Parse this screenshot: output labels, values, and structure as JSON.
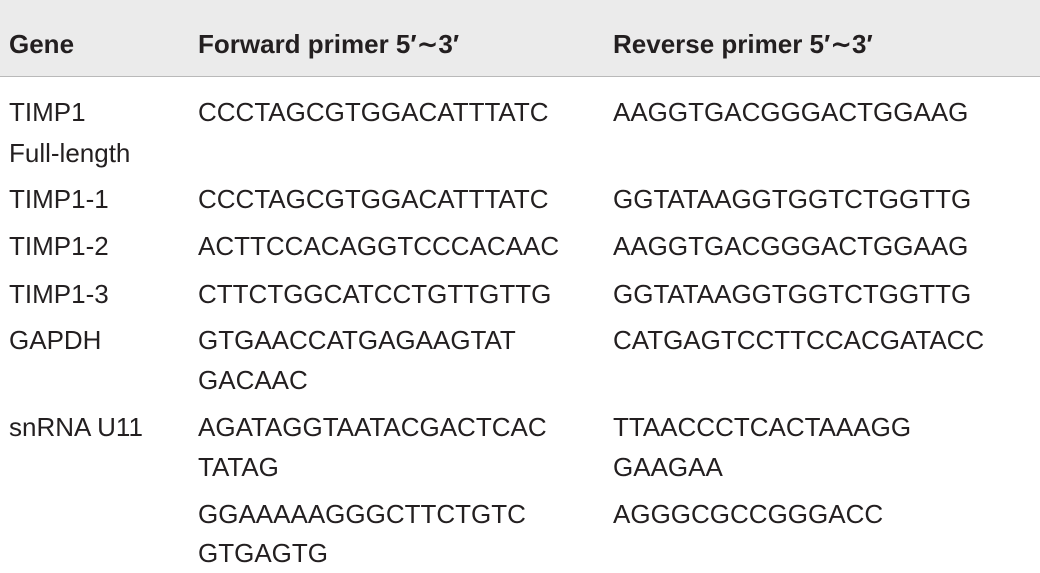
{
  "table": {
    "headers": [
      "Gene",
      "Forward primer 5′∼3′",
      "Reverse primer 5′∼3′"
    ],
    "rows": [
      {
        "gene": [
          "TIMP1",
          "Full-length"
        ],
        "forward": [
          "CCCTAGCGTGGACATTTATC"
        ],
        "reverse": [
          "AAGGTGACGGGACTGGAAG"
        ]
      },
      {
        "gene": [
          "TIMP1-1"
        ],
        "forward": [
          "CCCTAGCGTGGACATTTATC"
        ],
        "reverse": [
          "GGTATAAGGTGGTCTGGTTG"
        ]
      },
      {
        "gene": [
          "TIMP1-2"
        ],
        "forward": [
          "ACTTCCACAGGTCCCACAAC"
        ],
        "reverse": [
          "AAGGTGACGGGACTGGAAG"
        ]
      },
      {
        "gene": [
          "TIMP1-3"
        ],
        "forward": [
          "CTTCTGGCATCCTGTTGTTG"
        ],
        "reverse": [
          "GGTATAAGGTGGTCTGGTTG"
        ]
      },
      {
        "gene": [
          "GAPDH"
        ],
        "forward": [
          "GTGAACCATGAGAAGTAT",
          "GACAAC"
        ],
        "reverse": [
          "CATGAGTCCTTCCACGATACC"
        ]
      },
      {
        "gene": [
          "snRNA U11"
        ],
        "forward": [
          "AGATAGGTAATACGACTCAC",
          "TATAG"
        ],
        "reverse": [
          "TTAACCCTCACTAAAGG",
          "GAAGAA"
        ]
      },
      {
        "gene": [],
        "forward": [
          "GGAAAAAGGGCTTCTGTC",
          "GTGAGTG"
        ],
        "reverse": [
          "AGGGCGCCGGGACC"
        ]
      }
    ]
  }
}
